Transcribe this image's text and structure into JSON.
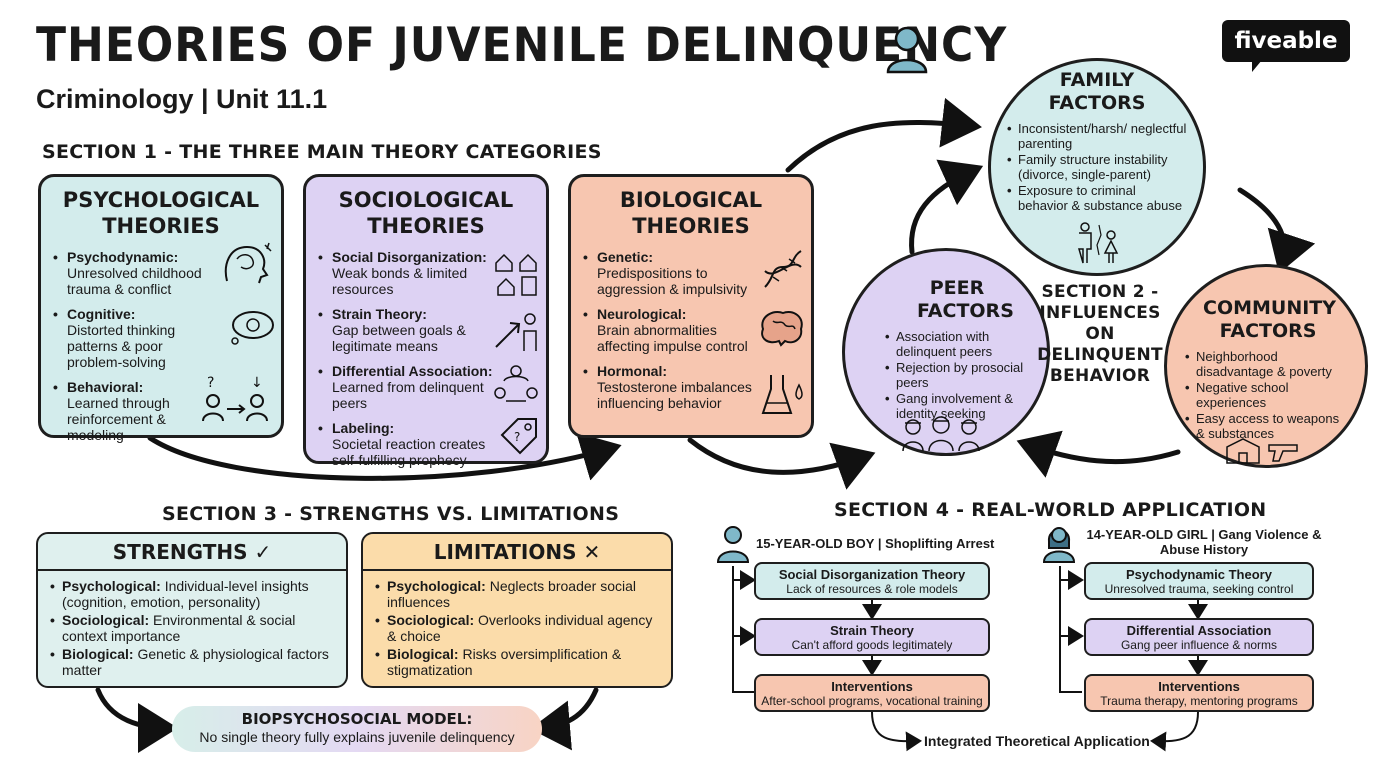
{
  "header": {
    "title": "THEORIES OF JUVENILE DELINQUENCY",
    "subtitle": "Criminology | Unit 11.1",
    "brand": "fiveable"
  },
  "section1": {
    "heading": "SECTION 1 - THE THREE MAIN THEORY CATEGORIES",
    "cards": [
      {
        "title": "PSYCHOLOGICAL THEORIES",
        "color": "#d3ecec",
        "items": [
          {
            "label": "Psychodynamic:",
            "text": "Unresolved childhood trauma & conflict"
          },
          {
            "label": "Cognitive:",
            "text": "Distorted thinking patterns & poor problem-solving"
          },
          {
            "label": "Behavioral:",
            "text": "Learned through reinforcement & modeling"
          }
        ]
      },
      {
        "title": "SOCIOLOGICAL THEORIES",
        "color": "#ddd2f3",
        "items": [
          {
            "label": "Social Disorganization:",
            "text": "Weak bonds & limited resources"
          },
          {
            "label": "Strain Theory:",
            "text": "Gap between goals & legitimate means"
          },
          {
            "label": "Differential Association:",
            "text": "Learned from delinquent peers"
          },
          {
            "label": "Labeling:",
            "text": "Societal reaction creates self-fulfilling prophecy"
          }
        ]
      },
      {
        "title": "BIOLOGICAL THEORIES",
        "color": "#f7c6b0",
        "items": [
          {
            "label": "Genetic:",
            "text": "Predispositions to aggression & impulsivity"
          },
          {
            "label": "Neurological:",
            "text": "Brain abnormalities affecting impulse control"
          },
          {
            "label": "Hormonal:",
            "text": "Testosterone imbalances influencing behavior"
          }
        ]
      }
    ]
  },
  "section2": {
    "heading": "SECTION 2 - INFLUENCES ON DELINQUENT BEHAVIOR",
    "family": {
      "title": "FAMILY FACTORS",
      "color": "#d3ecec",
      "items": [
        "Inconsistent/harsh/ neglectful parenting",
        "Family structure instability (divorce, single-parent)",
        "Exposure to criminal behavior & substance abuse"
      ]
    },
    "community": {
      "title": "COMMUNITY FACTORS",
      "color": "#f7c6b0",
      "items": [
        "Neighborhood disadvantage & poverty",
        "Negative school experiences",
        "Easy access to weapons & substances"
      ]
    },
    "peer": {
      "title": "PEER FACTORS",
      "color": "#ddd2f3",
      "items": [
        "Association with delinquent peers",
        "Rejection by prosocial peers",
        "Gang involvement & identity seeking"
      ]
    }
  },
  "section3": {
    "heading": "SECTION 3 - STRENGTHS VS. LIMITATIONS",
    "strengths": {
      "title": "STRENGTHS",
      "color": "#dff0ee",
      "items": [
        {
          "label": "Psychological:",
          "text": "Individual-level insights (cognition, emotion, personality)"
        },
        {
          "label": "Sociological:",
          "text": "Environmental & social context importance"
        },
        {
          "label": "Biological:",
          "text": "Genetic & physiological factors matter"
        }
      ]
    },
    "limitations": {
      "title": "LIMITATIONS",
      "color": "#fbdcaa",
      "items": [
        {
          "label": "Psychological:",
          "text": "Neglects broader social influences"
        },
        {
          "label": "Sociological:",
          "text": "Overlooks individual agency & choice"
        },
        {
          "label": "Biological:",
          "text": "Risks oversimplification & stigmatization"
        }
      ]
    },
    "model": {
      "title": "BIOPSYCHOSOCIAL MODEL:",
      "text": "No single theory fully explains juvenile delinquency"
    }
  },
  "section4": {
    "heading": "SECTION 4 - REAL-WORLD APPLICATION",
    "case1": {
      "title": "15-YEAR-OLD BOY | Shoplifting Arrest",
      "steps": [
        {
          "title": "Social Disorganization Theory",
          "sub": "Lack of resources & role models",
          "color": "#d3ecec"
        },
        {
          "title": "Strain Theory",
          "sub": "Can't afford goods legitimately",
          "color": "#ddd2f3"
        },
        {
          "title": "Interventions",
          "sub": "After-school programs, vocational training",
          "color": "#f7c6b0"
        }
      ]
    },
    "case2": {
      "title_line1": "14-YEAR-OLD GIRL | Gang Violence &",
      "title_line2": "Abuse History",
      "steps": [
        {
          "title": "Psychodynamic Theory",
          "sub": "Unresolved trauma, seeking control",
          "color": "#d3ecec"
        },
        {
          "title": "Differential Association",
          "sub": "Gang peer influence & norms",
          "color": "#ddd2f3"
        },
        {
          "title": "Interventions",
          "sub": "Trauma therapy, mentoring programs",
          "color": "#f7c6b0"
        }
      ]
    },
    "integrated": "Integrated Theoretical Application"
  }
}
